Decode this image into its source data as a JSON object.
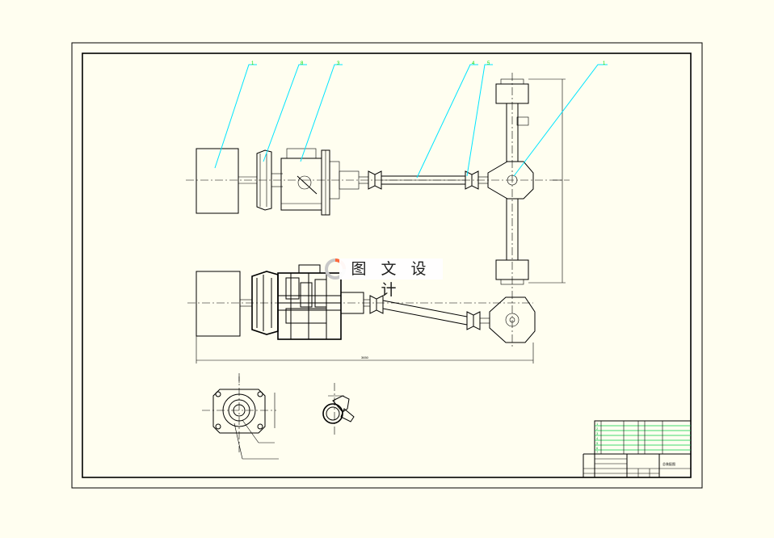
{
  "balloons": [
    "1",
    "8",
    "3",
    "4",
    "5",
    "1"
  ],
  "dimensions": {
    "overall_length": "3650"
  },
  "watermark": {
    "text": "图 文 设 计"
  },
  "title_block": {
    "rows": [
      "1",
      "2",
      "3",
      "4",
      "5",
      "6",
      "7",
      "8"
    ],
    "drawing_name": "总装配图"
  },
  "colors": {
    "paper": "#fffef0",
    "leader": "#00e5ff",
    "balloon": "#00dd00",
    "line": "#000000"
  }
}
